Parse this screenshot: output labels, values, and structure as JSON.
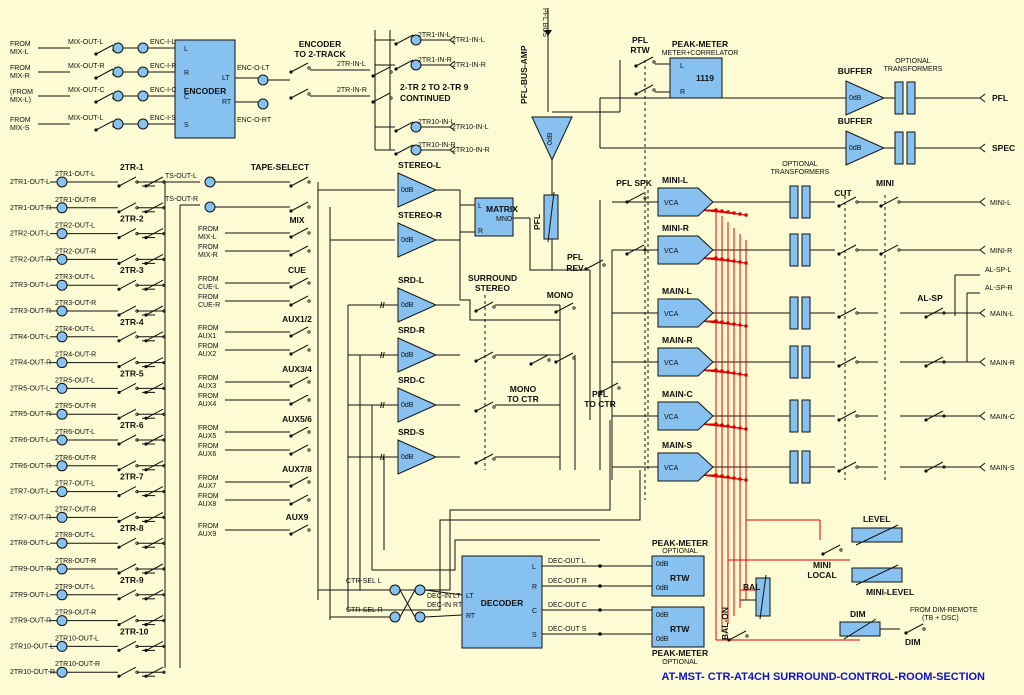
{
  "title": "AT-MST- CTR-AT4CH SURROUND-CONTROL-ROOM-SECTION",
  "colors": {
    "background": "#fdfbd3",
    "block_fill": "#86c1f0",
    "wire": "#111111",
    "vca_wire": "#e00000",
    "title": "#1010c8"
  },
  "encoder": {
    "name": "ENCODER",
    "inputs": [
      {
        "from": "FROM MIX-L",
        "bus": "MIX-OUT-L",
        "jack": "ENC-I-L",
        "pin": "L"
      },
      {
        "from": "FROM MIX-R",
        "bus": "MIX-OUT-R",
        "jack": "ENC-I-R",
        "pin": "R"
      },
      {
        "from": "(FROM MIX-L)",
        "bus": "MIX-OUT-C",
        "jack": "ENC-I-C",
        "pin": "C"
      },
      {
        "from": "FROM MIX-S",
        "bus": "MIX-OUT-L",
        "jack": "ENC-I-S",
        "pin": "S"
      }
    ],
    "outputs": [
      {
        "pin": "LT",
        "jack": "ENC-O-LT"
      },
      {
        "pin": "RT",
        "jack": "ENC-O-RT"
      }
    ],
    "to_2track": "ENCODER TO 2-TRACK",
    "tr_in": [
      "2TR-IN-L",
      "2TR-IN-R"
    ],
    "continued": "2-TR 2 TO 2-TR 9 CONTINUED",
    "tr_jacks": [
      "2TR1-IN-L",
      "2TR1-IN-R",
      "2TR10-IN-L",
      "2TR10-IN-R"
    ]
  },
  "tracks": [
    {
      "group": "2TR-1",
      "rows": [
        {
          "io": "2TR1-OUT-L",
          "bus": "2TR1-OUT-L"
        },
        {
          "io": "2TR1-OUT-R",
          "bus": "2TR1-OUT-R"
        }
      ]
    },
    {
      "group": "2TR-2",
      "rows": [
        {
          "io": "2TR2-OUT-L",
          "bus": "2TR2-OUT-L"
        },
        {
          "io": "2TR2-OUT-R",
          "bus": "2TR2-OUT-R"
        }
      ]
    },
    {
      "group": "2TR-3",
      "rows": [
        {
          "io": "2TR3-OUT-L",
          "bus": "2TR3-OUT-L"
        },
        {
          "io": "2TR3-OUT-R",
          "bus": "2TR3-OUT-R"
        }
      ]
    },
    {
      "group": "2TR-4",
      "rows": [
        {
          "io": "2TR4-OUT-L",
          "bus": "2TR4-OUT-L"
        },
        {
          "io": "2TR4-OUT-R",
          "bus": "2TR4-OUT-R"
        }
      ]
    },
    {
      "group": "2TR-5",
      "rows": [
        {
          "io": "2TR5-OUT-L",
          "bus": "2TR5-OUT-L"
        },
        {
          "io": "2TR5-OUT-R",
          "bus": "2TR5-OUT-R"
        }
      ]
    },
    {
      "group": "2TR-6",
      "rows": [
        {
          "io": "2TR6-OUT-L",
          "bus": "2TR6-OUT-L"
        },
        {
          "io": "2TR6-OUT-R",
          "bus": "2TR6-OUT-R"
        }
      ]
    },
    {
      "group": "2TR-7",
      "rows": [
        {
          "io": "2TR7-OUT-L",
          "bus": "2TR7-OUT-L"
        },
        {
          "io": "2TR7-OUT-R",
          "bus": "2TR7-OUT-R"
        }
      ]
    },
    {
      "group": "2TR-8",
      "rows": [
        {
          "io": "2TR8-OUT-L",
          "bus": "2TR8-OUT-L"
        },
        {
          "io": "2TR9-OUT-R",
          "bus": "2TR8-OUT-R"
        }
      ]
    },
    {
      "group": "2TR-9",
      "rows": [
        {
          "io": "2TR9-OUT-L",
          "bus": "2TR9-OUT-L"
        },
        {
          "io": "2TR9-OUT-R",
          "bus": "2TR9-OUT-R"
        }
      ]
    },
    {
      "group": "2TR-10",
      "rows": [
        {
          "io": "2TR10-OUT-L",
          "bus": "2TR10-OUT-L"
        },
        {
          "io": "2TR10-OUT-R",
          "bus": "2TR10-OUT-R"
        }
      ]
    }
  ],
  "tape_select": {
    "title": "TAPE-SELECT",
    "ts_out": [
      "TS-OUT-L",
      "TS-OUT-R"
    ],
    "groups": [
      {
        "name": "MIX",
        "froms": [
          "FROM MIX-L",
          "FROM MIX-R"
        ]
      },
      {
        "name": "CUE",
        "froms": [
          "FROM CUE-L",
          "FROM CUE-R"
        ]
      },
      {
        "name": "AUX1/2",
        "froms": [
          "FROM AUX1",
          "FROM AUX2"
        ]
      },
      {
        "name": "AUX3/4",
        "froms": [
          "FROM AUX3",
          "FROM AUX4"
        ]
      },
      {
        "name": "AUX5/6",
        "froms": [
          "FROM AUX5",
          "FROM AUX6"
        ]
      },
      {
        "name": "AUX7/8",
        "froms": [
          "FROM AUX7",
          "FROM AUX8"
        ]
      },
      {
        "name": "AUX9",
        "froms": [
          "FROM AUX9"
        ]
      }
    ]
  },
  "amps": [
    "STEREO-L",
    "STEREO-R",
    "SRD-L",
    "SRD-R",
    "SRD-C",
    "SRD-S"
  ],
  "amp_gain": "0dB",
  "switch_labels": {
    "surround_stereo": "SURROUND STEREO",
    "mono": "MONO",
    "mono_to_ctr": "MONO TO CTR",
    "pfl_to_ctr": "PFL TO CTR",
    "pfl_rev": "PFL REV",
    "pfl_spk": "PFL SPK",
    "pfl_rtw": "PFL RTW",
    "cut": "CUT",
    "mini": "MINI",
    "al_sp": "AL-SP",
    "mini_local": "MINI LOCAL",
    "bal_on": "BAL-ON",
    "dim_switch": "DIM"
  },
  "matrix": {
    "name": "MATRIX",
    "pins": [
      "L",
      "R",
      "MNO"
    ]
  },
  "pfl": {
    "bus": "PFL BUS",
    "amp": "PFL-BUS-AMP",
    "pot": "PFL"
  },
  "peak_meter_top": {
    "title": "PEAK-METER",
    "subtitle": "METER+CORRELATOR",
    "model": "1119",
    "pins": [
      "L",
      "R"
    ]
  },
  "buffers": [
    {
      "name": "BUFFER",
      "out": "PFL"
    },
    {
      "name": "BUFFER",
      "out": "SPEC"
    }
  ],
  "optional_transformers": "OPTIONAL TRANSFORMERS",
  "vcas": [
    {
      "name": "MINI-L",
      "out": "MINI-L"
    },
    {
      "name": "MINI-R",
      "out": "MINI-R"
    },
    {
      "name": "MAIN-L",
      "out": "MAIN-L"
    },
    {
      "name": "MAIN-R",
      "out": "MAIN-R"
    },
    {
      "name": "MAIN-C",
      "out": "MAIN-C"
    },
    {
      "name": "MAIN-S",
      "out": "MAIN-S"
    }
  ],
  "vca_label": "VCA",
  "al_sp_outs": [
    "AL-SP-L",
    "AL-SP-R"
  ],
  "decoder": {
    "name": "DECODER",
    "ctr_sel": [
      "CTR-SEL L",
      "CTR-SEL R"
    ],
    "dec_in": [
      "DEC-IN LT",
      "DEC-IN RT"
    ],
    "in_pins": [
      "LT",
      "RT"
    ],
    "out_pins": [
      "L",
      "R",
      "C",
      "S"
    ],
    "dec_out": [
      "DEC-OUT L",
      "DEC-OUT R",
      "DEC-OUT C",
      "DEC-OUT S"
    ]
  },
  "rtw_meters": [
    {
      "title": "PEAK-METER",
      "subtitle": "OPTIONAL",
      "name": "RTW",
      "gain": "0dB"
    },
    {
      "title": "PEAK-METER",
      "subtitle": "OPTIONAL",
      "name": "RTW",
      "gain": "0dB"
    }
  ],
  "level_pots": [
    "LEVEL",
    "MINI-LEVEL",
    "DIM",
    "BAL"
  ],
  "dim_remote": "FROM DIM-REMOTE (TB + OSC)"
}
